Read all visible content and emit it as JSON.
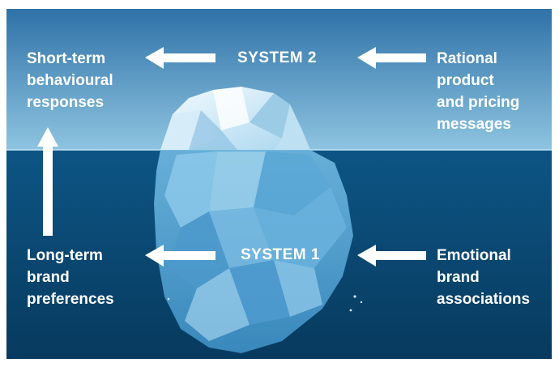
{
  "diagram": {
    "system2_label": "SYSTEM 2",
    "system1_label": "SYSTEM 1",
    "top_left_text": "Short-term\nbehavioural\nresponses",
    "top_right_text": "Rational\nproduct\nand pricing\nmessages",
    "bottom_left_text": "Long-term\nbrand\npreferences",
    "bottom_right_text": "Emotional\nbrand\nassociations"
  },
  "colors": {
    "sky_top": "#2f72a8",
    "sky_bottom": "#8ec4e0",
    "water_top": "#0d5585",
    "water_bottom": "#073a5e",
    "text": "#ffffff",
    "arrow": "#ffffff"
  },
  "icons": {
    "iceberg": "iceberg-illustration",
    "arrows": "arrow-left-icon, arrow-up-icon"
  }
}
